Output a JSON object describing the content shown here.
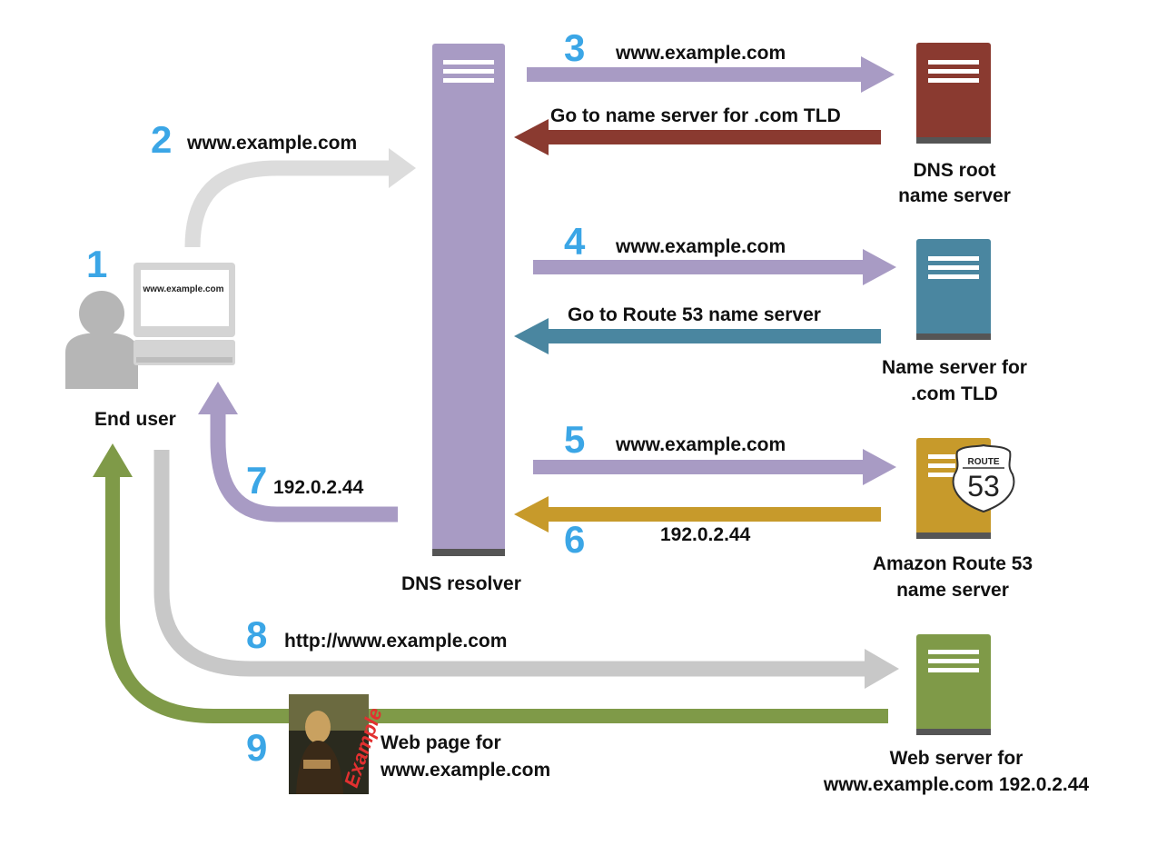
{
  "colors": {
    "step_number": "#3ba6e6",
    "resolver": "#a89bc4",
    "root": "#8a3a30",
    "tld": "#4a86a0",
    "route53": "#c79a2b",
    "web": "#7f9a48",
    "request_gray": "#c8c8c8"
  },
  "nodes": {
    "end_user": {
      "label": "End user",
      "screen_text": "www.example.com",
      "icon": "user-computer-icon"
    },
    "resolver": {
      "label": "DNS resolver",
      "icon": "server-tower-icon"
    },
    "root": {
      "line1": "DNS root",
      "line2": "name server",
      "icon": "server-icon"
    },
    "tld": {
      "line1": "Name server for",
      "line2": ".com TLD",
      "icon": "server-icon"
    },
    "route53": {
      "line1": "Amazon Route 53",
      "line2": "name server",
      "icon": "route53-shield-icon",
      "badge_top": "ROUTE",
      "badge_num": "53"
    },
    "web": {
      "line1": "Web server for",
      "line2": "www.example.com 192.0.2.44",
      "icon": "server-icon"
    }
  },
  "steps": [
    {
      "n": "1"
    },
    {
      "n": "2",
      "text": "www.example.com"
    },
    {
      "n": "3",
      "text": "www.example.com",
      "reply": "Go to name server for .com TLD"
    },
    {
      "n": "4",
      "text": "www.example.com",
      "reply": "Go to Route 53 name server"
    },
    {
      "n": "5",
      "text": "www.example.com"
    },
    {
      "n": "6",
      "text": "192.0.2.44"
    },
    {
      "n": "7",
      "text": "192.0.2.44"
    },
    {
      "n": "8",
      "text": "http://www.example.com"
    },
    {
      "n": "9",
      "line1": "Web page for",
      "line2": "www.example.com",
      "thumb_text": "Example"
    }
  ]
}
